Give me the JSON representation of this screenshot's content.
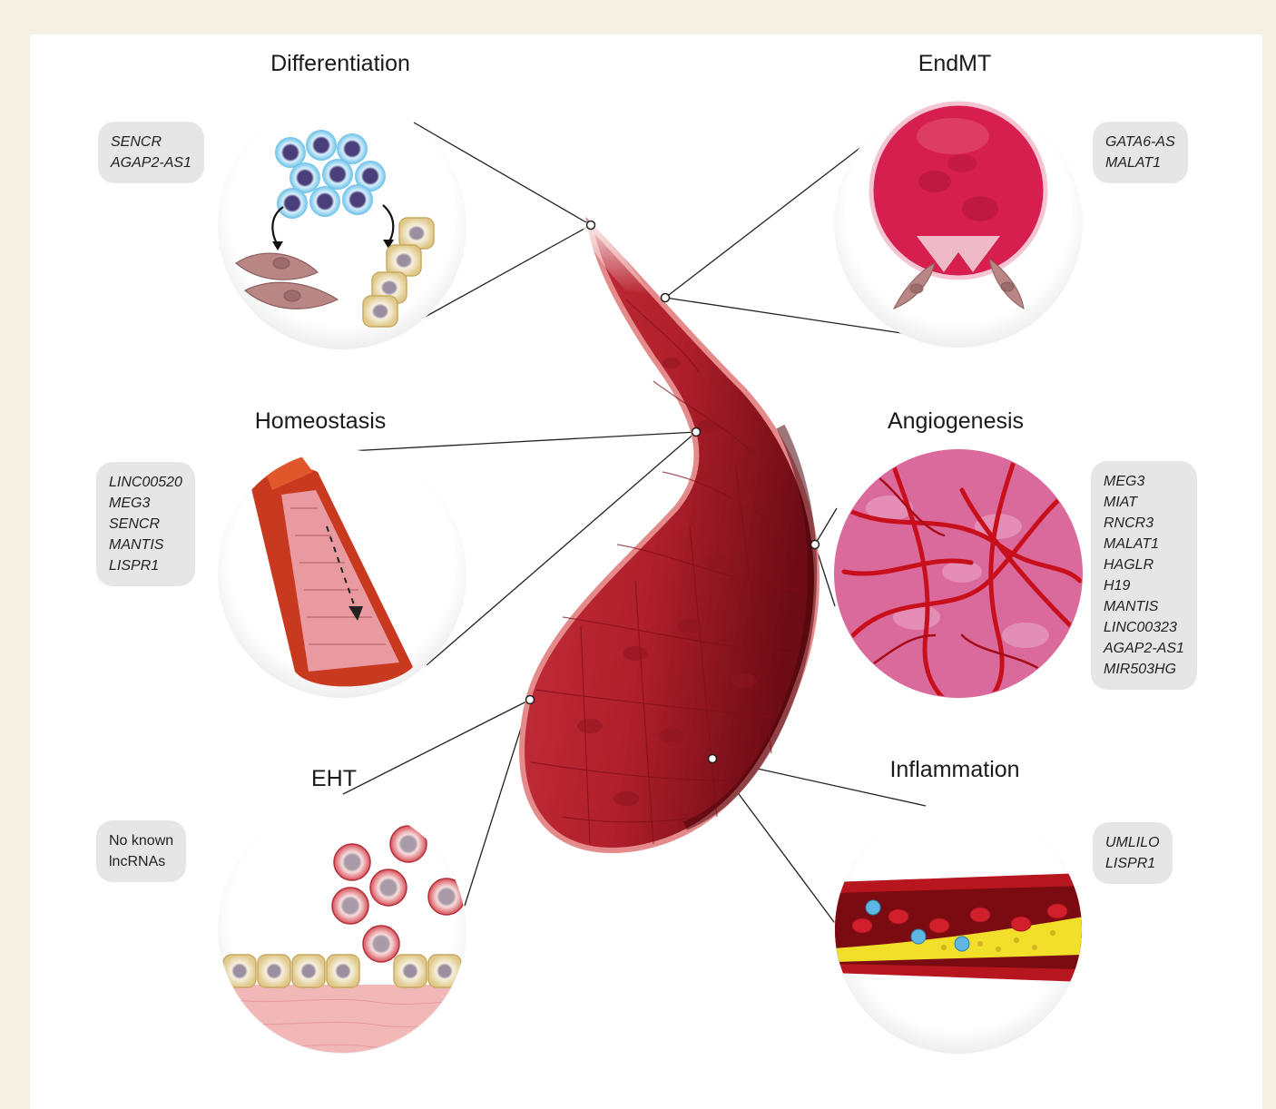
{
  "processes": [
    {
      "id": "differentiation",
      "title": "Differentiation",
      "genes": [
        "SENCR",
        "AGAP2-AS1"
      ]
    },
    {
      "id": "endmt",
      "title": "EndMT",
      "genes": [
        "GATA6-AS",
        "MALAT1"
      ]
    },
    {
      "id": "homeostasis",
      "title": "Homeostasis",
      "genes": [
        "LINC00520",
        "MEG3",
        "SENCR",
        "MANTIS",
        "LISPR1"
      ]
    },
    {
      "id": "angiogenesis",
      "title": "Angiogenesis",
      "genes": [
        "MEG3",
        "MIAT",
        "RNCR3",
        "MALAT1",
        "HAGLR",
        "H19",
        "MANTIS",
        "LINC00323",
        "AGAP2-AS1",
        "MIR503HG"
      ]
    },
    {
      "id": "eht",
      "title": "EHT",
      "genes": [
        "No known",
        "lncRNAs"
      ]
    },
    {
      "id": "inflammation",
      "title": "Inflammation",
      "genes": [
        "UMLILO",
        "LISPR1"
      ]
    }
  ],
  "colors": {
    "background": "#f4f1e2",
    "vessel": "#b8222e",
    "vessel_dark": "#7d0f19",
    "gene_box": "#e6e6e6",
    "stem_cell": "#8fd3f0",
    "endothelial_cell": "#e8d6a8",
    "smooth_muscle_cell": "#b98686",
    "lipid_plaque": "#f2df2a",
    "tissue_pink": "#d96a9b"
  }
}
